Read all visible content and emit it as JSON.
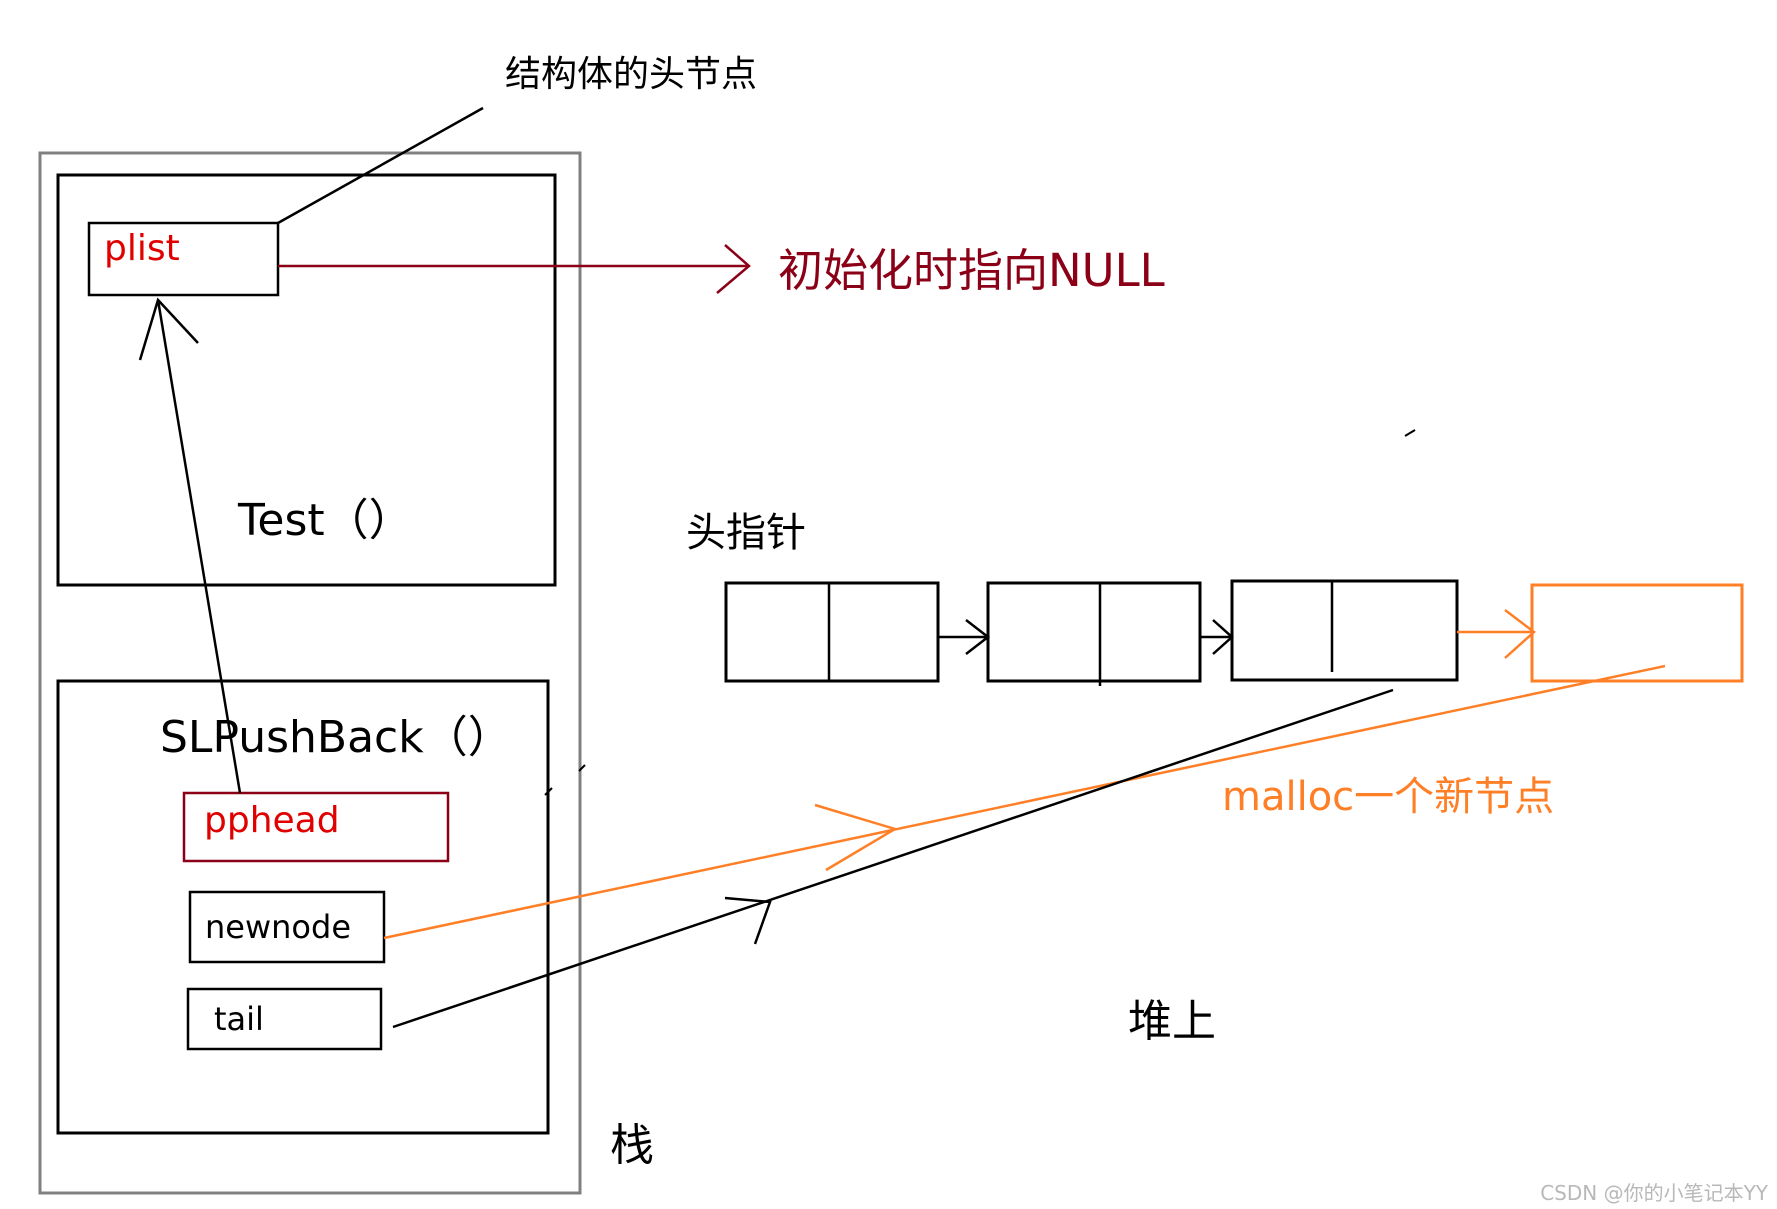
{
  "labels": {
    "struct_head": "结构体的头节点",
    "plist": "plist",
    "init_null": "初始化时指向NULL",
    "test_fn": "Test（）",
    "push_back_fn": "SLPushBack（）",
    "pphead": "pphead",
    "newnode": "newnode",
    "tail": "tail",
    "stack": "栈",
    "head_pointer": "头指针",
    "malloc_new_node": "malloc一个新节点",
    "heap": "堆上",
    "watermark": "CSDN @你的小笔记本YY"
  },
  "colors": {
    "black": "#000000",
    "red": "#e00000",
    "dark_red": "#8b0016",
    "orange": "#ff7f27",
    "gray": "#808080",
    "watermark": "#b8b8b8"
  }
}
